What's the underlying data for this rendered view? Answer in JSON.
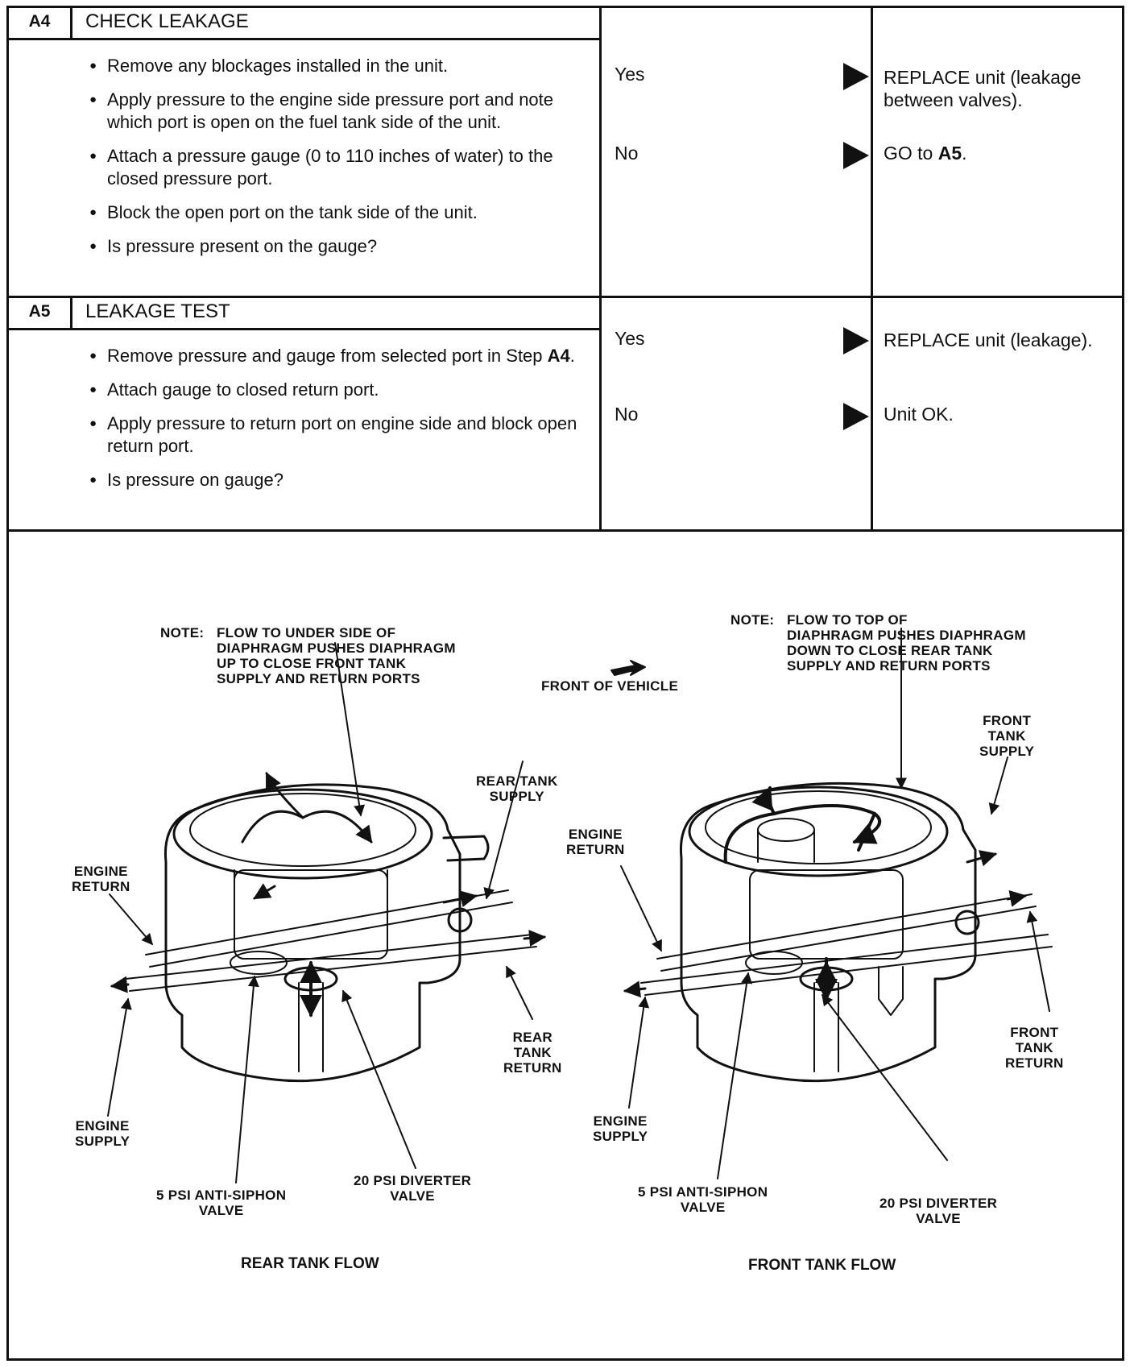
{
  "steps": [
    {
      "id": "A4",
      "title": "CHECK LEAKAGE",
      "bullets": [
        "Remove any blockages installed in the unit.",
        "Apply pressure to the engine side pressure port and note which port is open on the fuel tank side of the unit.",
        "Attach a pressure gauge (0 to 110 inches of water) to the closed pressure port.",
        "Block the open port on the tank side of the unit.",
        "Is pressure present on the gauge?"
      ],
      "answers": [
        {
          "answer": "Yes",
          "result": "REPLACE unit (leakage between valves)."
        },
        {
          "answer": "No",
          "result_prefix": "GO to ",
          "result_bold": "A5",
          "result_suffix": "."
        }
      ]
    },
    {
      "id": "A5",
      "title": "LEAKAGE TEST",
      "bullets": [
        {
          "prefix": "Remove pressure and gauge from selected port in Step ",
          "bold": "A4",
          "suffix": "."
        },
        "Attach gauge to closed return port.",
        "Apply pressure to return port on engine side and block open return port.",
        "Is pressure on gauge?"
      ],
      "answers": [
        {
          "answer": "Yes",
          "result": "REPLACE unit (leakage)."
        },
        {
          "answer": "No",
          "result": "Unit OK."
        }
      ]
    }
  ],
  "illustration": {
    "front_of_vehicle": "FRONT OF VEHICLE",
    "rear": {
      "note_prefix": "NOTE:",
      "note": "FLOW TO UNDER SIDE OF\nDIAPHRAGM PUSHES DIAPHRAGM\nUP TO CLOSE FRONT TANK\nSUPPLY AND RETURN PORTS",
      "rear_tank_supply": "REAR TANK\nSUPPLY",
      "engine_return": "ENGINE\nRETURN",
      "rear_tank_return": "REAR\nTANK\nRETURN",
      "engine_supply": "ENGINE\nSUPPLY",
      "anti_siphon": "5 PSI ANTI-SIPHON\nVALVE",
      "diverter": "20 PSI DIVERTER\nVALVE",
      "caption": "REAR TANK FLOW"
    },
    "front": {
      "note_prefix": "NOTE:",
      "note": "FLOW TO TOP OF\nDIAPHRAGM PUSHES DIAPHRAGM\nDOWN TO CLOSE REAR TANK\nSUPPLY AND RETURN PORTS",
      "front_tank_supply": "FRONT\nTANK\nSUPPLY",
      "engine_return": "ENGINE\nRETURN",
      "front_tank_return": "FRONT\nTANK\nRETURN",
      "engine_supply": "ENGINE\nSUPPLY",
      "anti_siphon": "5 PSI ANTI-SIPHON\nVALVE",
      "diverter": "20 PSI DIVERTER\nVALVE",
      "caption": "FRONT TANK FLOW"
    }
  }
}
